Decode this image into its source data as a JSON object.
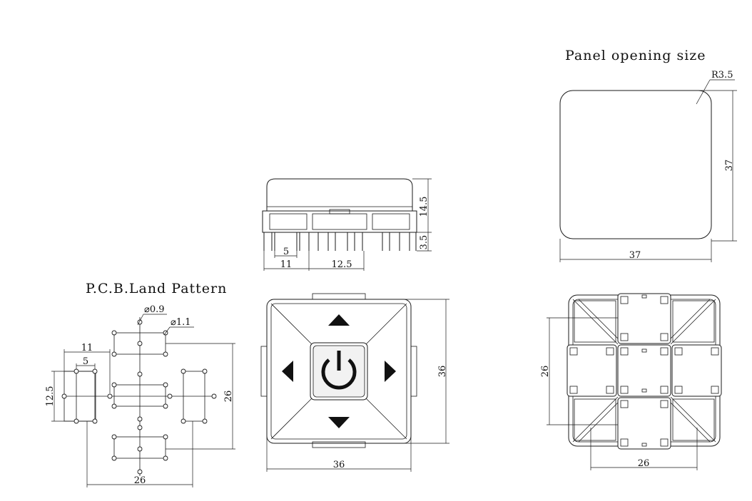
{
  "titles": {
    "panel_opening": "Panel opening size",
    "pcb_land_pattern": "P.C.B.Land Pattern"
  },
  "panel": {
    "radius_label": "R3.5",
    "width_label": "37",
    "height_label": "37"
  },
  "side_view": {
    "height_label": "14.5",
    "pin_label": "3.5",
    "pitch_inner_label": "5",
    "pitch_left_label": "11",
    "pitch_center_label": "12.5"
  },
  "top_view": {
    "width_label": "36",
    "height_label": "36"
  },
  "bottom_view": {
    "width_label": "26",
    "height_label": "26"
  },
  "pcb": {
    "hole_small_label": "⌀0.9",
    "hole_large_label": "⌀1.1",
    "dim_11": "11",
    "dim_5": "5",
    "dim_12_5": "12.5",
    "dim_26_v": "26",
    "dim_26_h": "26"
  }
}
